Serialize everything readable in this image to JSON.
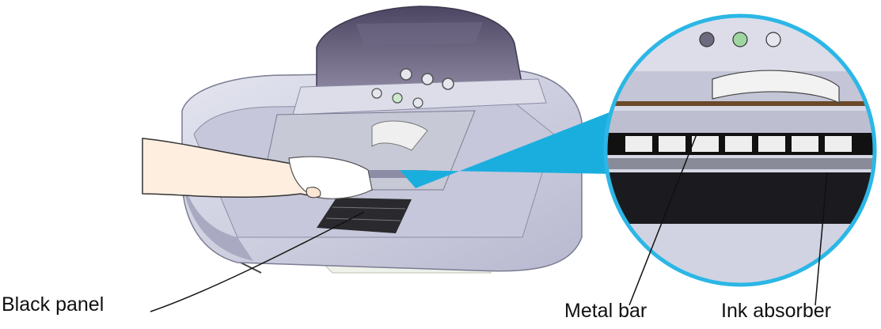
{
  "labels": {
    "black_panel": "Black panel",
    "metal_bar": "Metal bar",
    "ink_absorber": "Ink absorber"
  },
  "colors": {
    "printer_body": "#d3d4e4",
    "printer_shadow": "#a9aac2",
    "cover": "#5c5670",
    "highlight_beam": "#1aaedf",
    "callout_ring": "#2bb7e6",
    "black_panel": "#2a2a2e"
  }
}
